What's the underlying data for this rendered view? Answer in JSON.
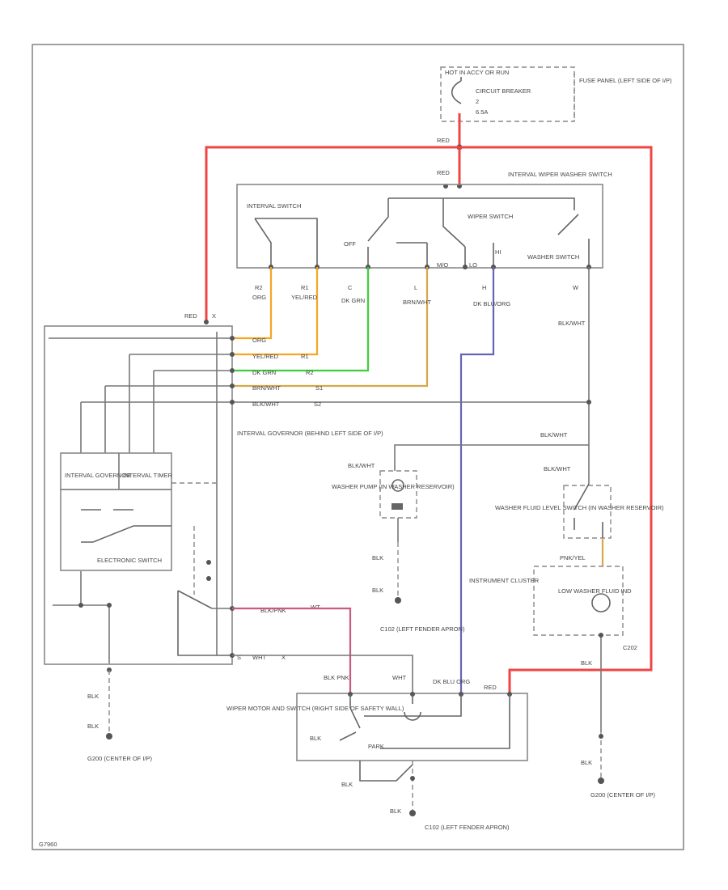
{
  "labels": {
    "hot_run": "HOT IN ACCY OR RUN",
    "circuit_breaker": "CIRCUIT BREAKER",
    "cb_rating": "6.5A",
    "cb_num": "2",
    "fuse_panel": "FUSE PANEL (LEFT SIDE OF I/P)",
    "red_top": "RED",
    "red_switch": "RED",
    "switch_title": "INTERVAL WIPER WASHER SWITCH",
    "interval_sw": "INTERVAL SWITCH",
    "wiper_sw": "WIPER SWITCH",
    "off": "OFF",
    "washer_sw": "WASHER SWITCH",
    "mo": "M/O",
    "lo": "LO",
    "hi": "HI",
    "w_r2": "R2",
    "w_r2c": "ORG",
    "w_r1": "R1",
    "w_r1c": "YEL/RED",
    "w_c": "C",
    "w_cc": "DK GRN",
    "w_l": "L",
    "w_lc": "BRN/WHT",
    "w_h": "H",
    "w_hc": "DK BLU/ORG",
    "w_w": "W",
    "w_wc": "BLK/WHT",
    "red_gov": "RED",
    "gov_title": "INTERVAL GOVERNOR (BEHIND LEFT SIDE OF I/P)",
    "gov_org": "ORG",
    "gov_yel": "YEL/RED",
    "gov_grn": "DK GRN",
    "gov_brn": "BRN/WHT",
    "gov_blk": "BLK/WHT",
    "gov_r1": "R1",
    "gov_r2": "R2",
    "gov_s1": "S1",
    "gov_s2": "S2",
    "gov_w": "WT",
    "gov_x": "X",
    "interval_gov": "INTERVAL GOVERNOR",
    "interval_timer": "INTERVAL TIMER",
    "electronic_switch": "ELECTRONIC SWITCH",
    "blk_wht_pump": "BLK/WHT",
    "washer_pump": "WASHER PUMP (IN WASHER RESERVOIR)",
    "blk_pump": "BLK",
    "blk_pump2": "BLK",
    "blk_wht_level": "BLK/WHT",
    "blk_wht_right": "BLK/WHT",
    "blk_wht_vert": "BLK WHT",
    "level_switch": "WASHER FLUID LEVEL SWITCH (IN WASHER RESERVOIR)",
    "pnk_wht": "PNK/YEL",
    "instrument_cluster": "INSTRUMENT CLUSTER",
    "low_washer": "LOW WASHER FLUID IND",
    "c202": "C202",
    "blk_c202": "BLK",
    "blk_right_gnd": "BLK",
    "g200_right": "G200 (CENTER OF I/P)",
    "blk_left1": "BLK",
    "blk_left2": "BLK",
    "g200_left": "G200 (CENTER OF I/P)",
    "gov_s2_wire": "BLK/PNK",
    "gov_wht": "WHT",
    "s_label": "S",
    "c102_upper": "C102 (LEFT FENDER APRON)",
    "blk_pnk_motor": "BLK PNK",
    "wht_motor": "WHT",
    "dk_blu_org_motor": "DK BLU ORG",
    "red_motor": "RED",
    "wiper_motor": "WIPER MOTOR AND SWITCH (RIGHT SIDE OF SAFETY WALL)",
    "blk_motor": "BLK",
    "park": "PARK",
    "blk_bot": "BLK",
    "blk_bot2": "BLK",
    "c102_lower": "C102 (LEFT FENDER APRON)",
    "fig_id": "G7960"
  }
}
